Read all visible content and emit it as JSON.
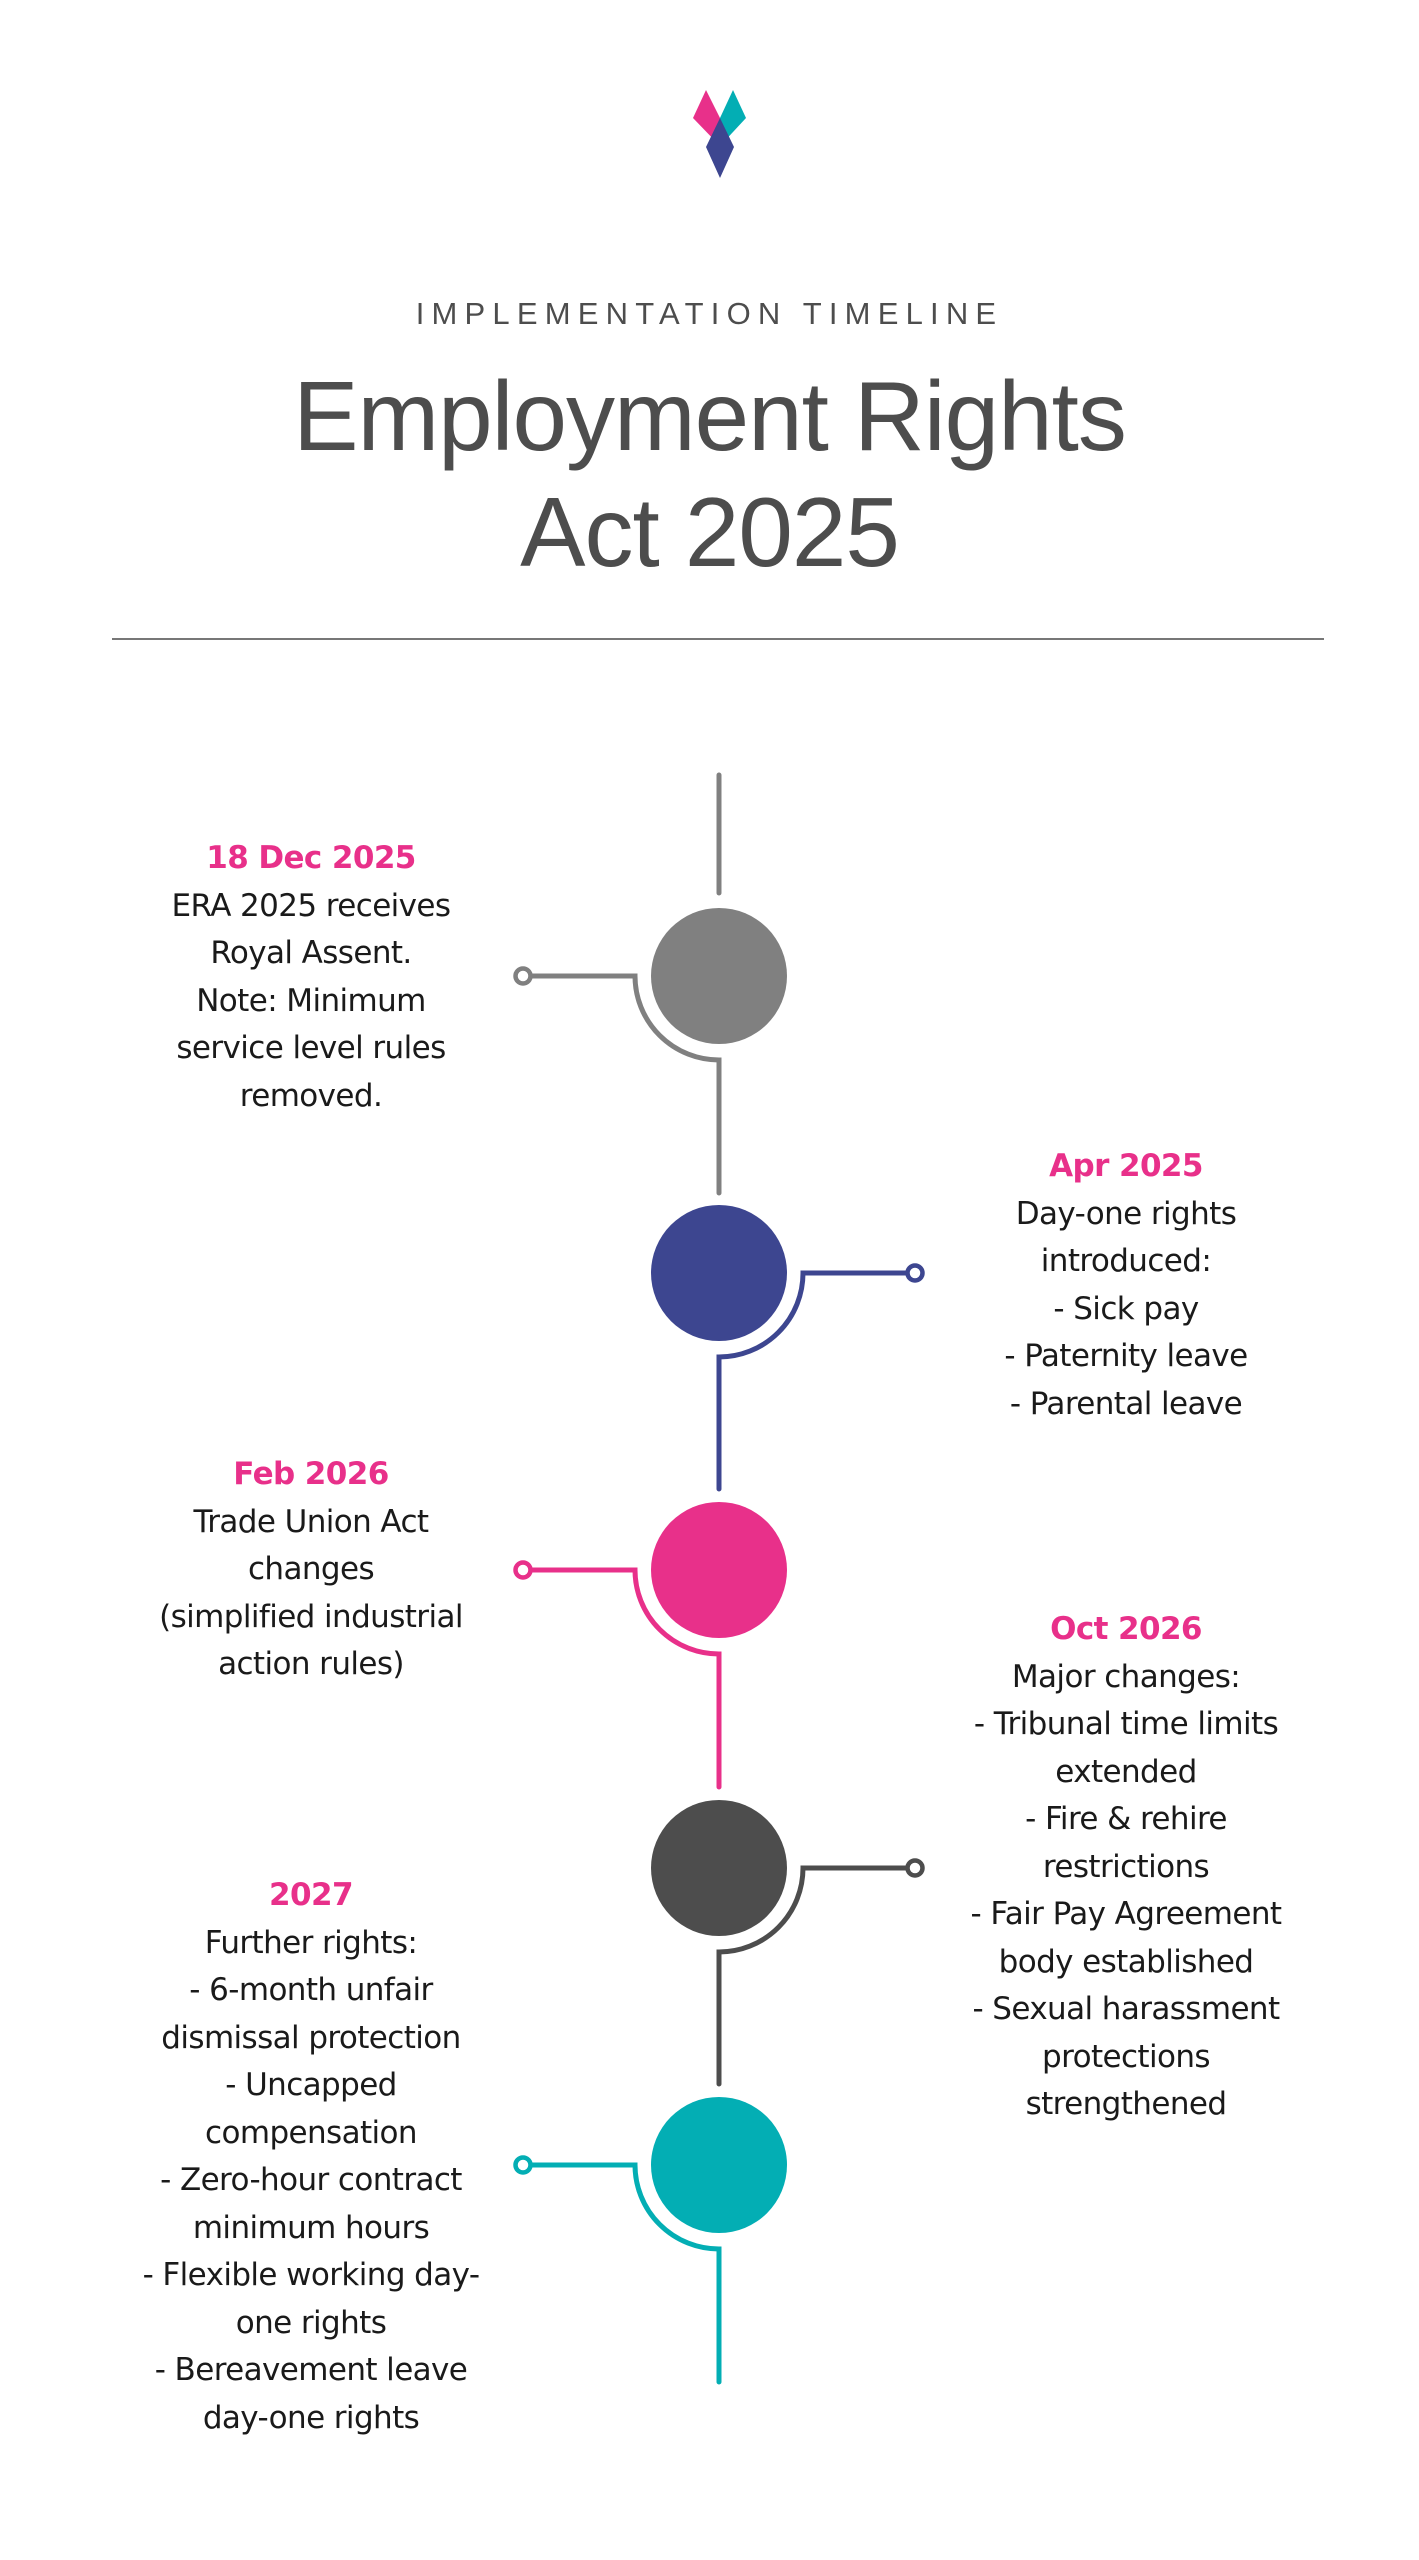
{
  "header": {
    "logo": "brand-logo-diamonds",
    "subtitle": "IMPLEMENTATION TIMELINE",
    "title_lines": [
      "Employment Rights",
      "Act 2025"
    ]
  },
  "colors": {
    "accent_pink": "#E8308A",
    "navy": "#3D4690",
    "teal": "#03AEB4",
    "gray": "#808080",
    "dark_gray": "#4D4D4D",
    "text": "#1A1A1A"
  },
  "timeline": [
    {
      "side": "left",
      "node_color": "#808080",
      "date": "18 Dec 2025",
      "lines": [
        "ERA 2025 receives",
        "Royal Assent.",
        "Note: Minimum",
        "service level rules",
        "removed."
      ]
    },
    {
      "side": "right",
      "node_color": "#3D4690",
      "date": "Apr 2025",
      "lines": [
        "Day-one rights",
        "introduced:",
        "- Sick pay",
        "- Paternity leave",
        "- Parental leave"
      ]
    },
    {
      "side": "left",
      "node_color": "#E8308A",
      "date": "Feb 2026",
      "lines": [
        "Trade Union Act",
        "changes",
        "(simplified industrial",
        "action rules)"
      ]
    },
    {
      "side": "right",
      "node_color": "#4D4D4D",
      "date": "Oct 2026",
      "lines": [
        "Major changes:",
        "- Tribunal time limits",
        "extended",
        "- Fire & rehire",
        "restrictions",
        "- Fair Pay Agreement",
        "body established",
        "- Sexual harassment",
        "protections",
        "strengthened"
      ]
    },
    {
      "side": "left",
      "node_color": "#03AEB4",
      "date": "2027",
      "lines": [
        "Further rights:",
        "- 6-month unfair",
        "dismissal protection",
        "- Uncapped",
        "compensation",
        "- Zero-hour contract",
        "minimum hours",
        "- Flexible working day-",
        "one rights",
        "- Bereavement leave",
        "day-one rights"
      ]
    }
  ]
}
